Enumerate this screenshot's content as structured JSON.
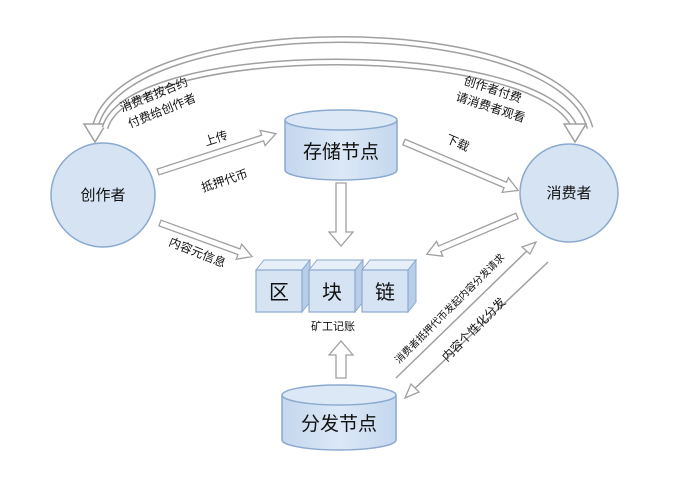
{
  "diagram": {
    "nodes": {
      "creator": "创作者",
      "consumer": "消费者",
      "storage": "存储节点",
      "distribution": "分发节点"
    },
    "blockchain": {
      "blocks": [
        "区",
        "块",
        "链"
      ],
      "caption": "矿工记账"
    },
    "edges": {
      "creator_to_storage_top": "上传",
      "creator_to_storage_bottom": "抵押代币",
      "storage_to_consumer": "下载",
      "creator_to_chain": "内容元信息",
      "consumer_to_creator_line1": "消费者按合约",
      "consumer_to_creator_line2": "付费给创作者",
      "creator_to_consumer_line1": "创作者付费",
      "creator_to_consumer_line2": "请消费者观看",
      "distribution_to_consumer": "消费者抵押代币发起内容分发请求",
      "consumer_to_distribution": "内容个性化分发"
    },
    "colors": {
      "node_fill": "#d5e3f3",
      "node_stroke": "#8aa9cf",
      "text": "#111111",
      "arrow_fill": "#ffffff",
      "arrow_stroke": "#9a9a9a"
    }
  }
}
